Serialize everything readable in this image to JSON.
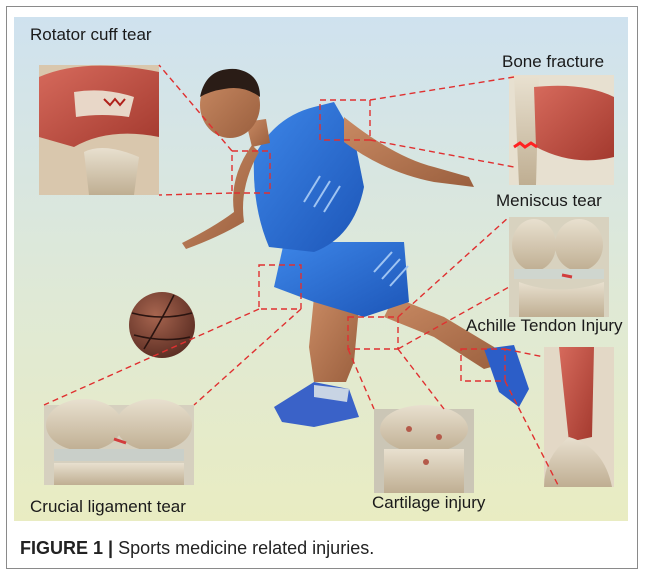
{
  "figure": {
    "labels": {
      "rotator_cuff": "Rotator cuff tear",
      "bone_fracture": "Bone fracture",
      "meniscus": "Meniscus tear",
      "achilles": "Achille Tendon Injury",
      "crucial_ligament": "Crucial ligament tear",
      "cartilage": "Cartilage injury"
    },
    "colors": {
      "callout_line": "#e03030",
      "jersey": "#2f6fd6",
      "background_top": "#cfe2ef",
      "background_bottom": "#e8ecc0"
    }
  },
  "caption": {
    "label": "FIGURE 1 |",
    "text": "Sports medicine related injuries."
  }
}
